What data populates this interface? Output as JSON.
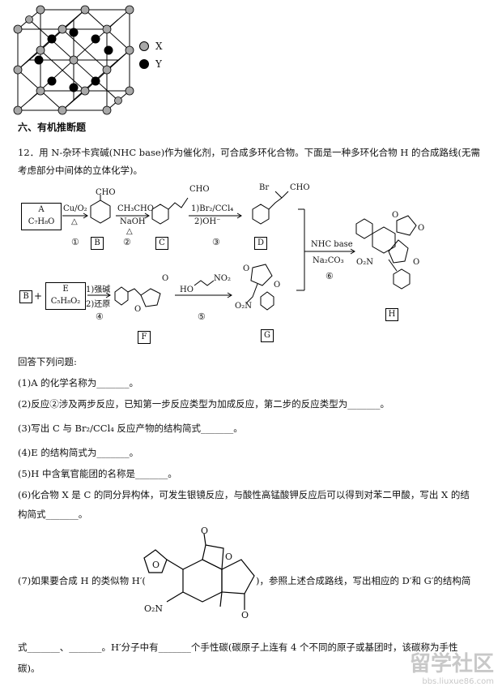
{
  "legend": {
    "x_label": "X",
    "y_label": "Y"
  },
  "section_title": "六、有机推断题",
  "question": {
    "intro_line1": "12．用 N-杂环卡宾碱(NHC base)作为催化剂，可合成多环化合物。下面是一种多环化合物 H 的合成路线(无需",
    "intro_line2": "考虑部分中间体的立体化学)。"
  },
  "scheme": {
    "box_A_top": "A",
    "box_A_bottom": "C₇H₈O",
    "reagent_1_top": "Cu/O₂",
    "reagent_1_bottom": "△",
    "step_1": "①",
    "label_B": "B",
    "cho_B": "CHO",
    "reagent_2_top": "CH₃CHO",
    "reagent_2_mid": "NaOH",
    "reagent_2_bottom": "△",
    "step_2": "②",
    "label_C": "C",
    "cho_C": "CHO",
    "reagent_3_top": "1)Br₂/CCl₄",
    "reagent_3_bottom": "2)OH⁻",
    "step_3": "③",
    "label_D": "D",
    "br_D": "Br",
    "cho_D": "CHO",
    "label_B2": "B",
    "plus": "+",
    "box_E_top": "E",
    "box_E_bottom": "C₅H₈O₂",
    "reagent_4_top": "1)强碱",
    "reagent_4_bottom": "2)还原",
    "step_4": "④",
    "label_F": "F",
    "o_F1": "O",
    "o_F2": "O",
    "reagent_5": "HO",
    "reagent_5_no2": "NO₂",
    "step_5": "⑤",
    "label_G": "G",
    "o_G1": "O",
    "o_G2": "O",
    "no2_G": "O₂N",
    "reagent_6_top": "NHC base",
    "reagent_6_bottom": "Na₂CO₃",
    "step_6": "⑥",
    "label_H": "H",
    "o_H1": "O",
    "o_H2": "O",
    "o_H3": "O",
    "no2_H": "O₂N"
  },
  "answers_intro": "回答下列问题:",
  "q1": "(1)A 的化学名称为_______。",
  "q2": "(2)反应②涉及两步反应，已知第一步反应类型为加成反应，第二步的反应类型为_______。",
  "q3": "(3)写出 C 与 Br₂/CCl₄ 反应产物的结构简式_______。",
  "q4": "(4)E 的结构简式为_______。",
  "q5": "(5)H 中含氧官能团的名称是_______。",
  "q6_line1": "(6)化合物 X 是 C 的同分异构体，可发生银镜反应，与酸性高锰酸钾反应后可以得到对苯二甲酸，写出 X 的结",
  "q6_line2": "构简式_______。",
  "q7_prefix": "(7)如果要合成 H 的类似物 H′(",
  "q7_suffix": ")，参照上述合成路线，写出相应的 D′和 G′的结构简",
  "q7_line2": "式_______、_______。H′分子中有_______个手性碳(碳原子上连有 4 个不同的原子或基团时，该碳称为手性",
  "q7_line3": "碳)。",
  "h_prime": {
    "o1": "O",
    "o2": "O",
    "o3": "O",
    "o4": "O",
    "no2": "O₂N"
  },
  "watermark": {
    "main": "留学社区",
    "url": "bbs.liuxue86.com"
  }
}
